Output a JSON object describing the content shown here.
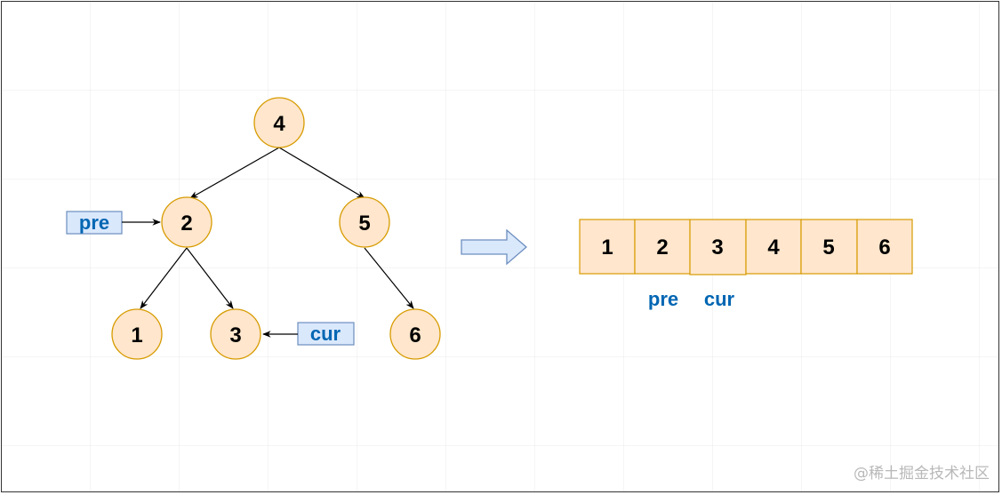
{
  "tree": {
    "nodes": [
      {
        "id": "n4",
        "label": "4"
      },
      {
        "id": "n2",
        "label": "2"
      },
      {
        "id": "n5",
        "label": "5"
      },
      {
        "id": "n1",
        "label": "1"
      },
      {
        "id": "n3",
        "label": "3"
      },
      {
        "id": "n6",
        "label": "6"
      }
    ],
    "edges": [
      {
        "from": "4",
        "to": "2"
      },
      {
        "from": "4",
        "to": "5"
      },
      {
        "from": "2",
        "to": "1"
      },
      {
        "from": "2",
        "to": "3"
      },
      {
        "from": "5",
        "to": "6"
      }
    ],
    "pre_tag": "pre",
    "cur_tag": "cur"
  },
  "array": {
    "cells": [
      "1",
      "2",
      "3",
      "4",
      "5",
      "6"
    ],
    "pre_label": "pre",
    "cur_label": "cur"
  },
  "watermark": "@稀土掘金技术社区",
  "colors": {
    "node_fill": "#ffe6cc",
    "node_stroke": "#d79b00",
    "tag_fill": "#dae8fc",
    "tag_stroke": "#6c8ebf",
    "pointer_text": "#0066b3"
  }
}
